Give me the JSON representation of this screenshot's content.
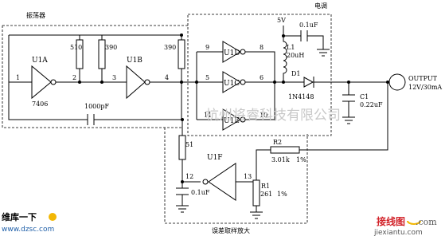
{
  "blocks": {
    "oscillator": "振荡器",
    "modulator": "电调",
    "error_amp": "误差取样放大"
  },
  "supply": "5V",
  "gates": {
    "u1a": "U1A",
    "u1a_part": "7406",
    "u1b": "U1B",
    "u1d": "U1D",
    "u1c": "U1C",
    "u1e": "U1E",
    "u1f": "U1F"
  },
  "pins": {
    "p1": "1",
    "p2": "2",
    "p3": "3",
    "p4": "4",
    "p9": "9",
    "p8": "8",
    "p5": "5",
    "p6": "6",
    "p11": "11",
    "p10": "10",
    "p12": "12",
    "p13": "13"
  },
  "components": {
    "r510": "510",
    "r390a": "390",
    "r390b": "390",
    "c1000": "1000pF",
    "c_top": "0.1uF",
    "l1_name": "L1",
    "l1_val": "20uH",
    "d1_name": "D1",
    "d1_val": "1N4148",
    "c1_name": "C1",
    "c1_val": "0.22uF",
    "r51": "51",
    "c_bot": "0.1uF",
    "r2_name": "R2",
    "r2_val": "3.01k",
    "r2_tol": "1%",
    "r1_name": "R1",
    "r1_val": "261",
    "r1_tol": "1%"
  },
  "output": {
    "label": "OUTPUT",
    "rating": "12V/30mA"
  },
  "watermark": "杭州将睿科技有限公司",
  "logos": {
    "left_brand": "维库一下",
    "left_url": "www.dzsc.com",
    "right_brand": "接线图",
    "right_dotcom": ".com",
    "right_url": "jiexiantu.com"
  }
}
